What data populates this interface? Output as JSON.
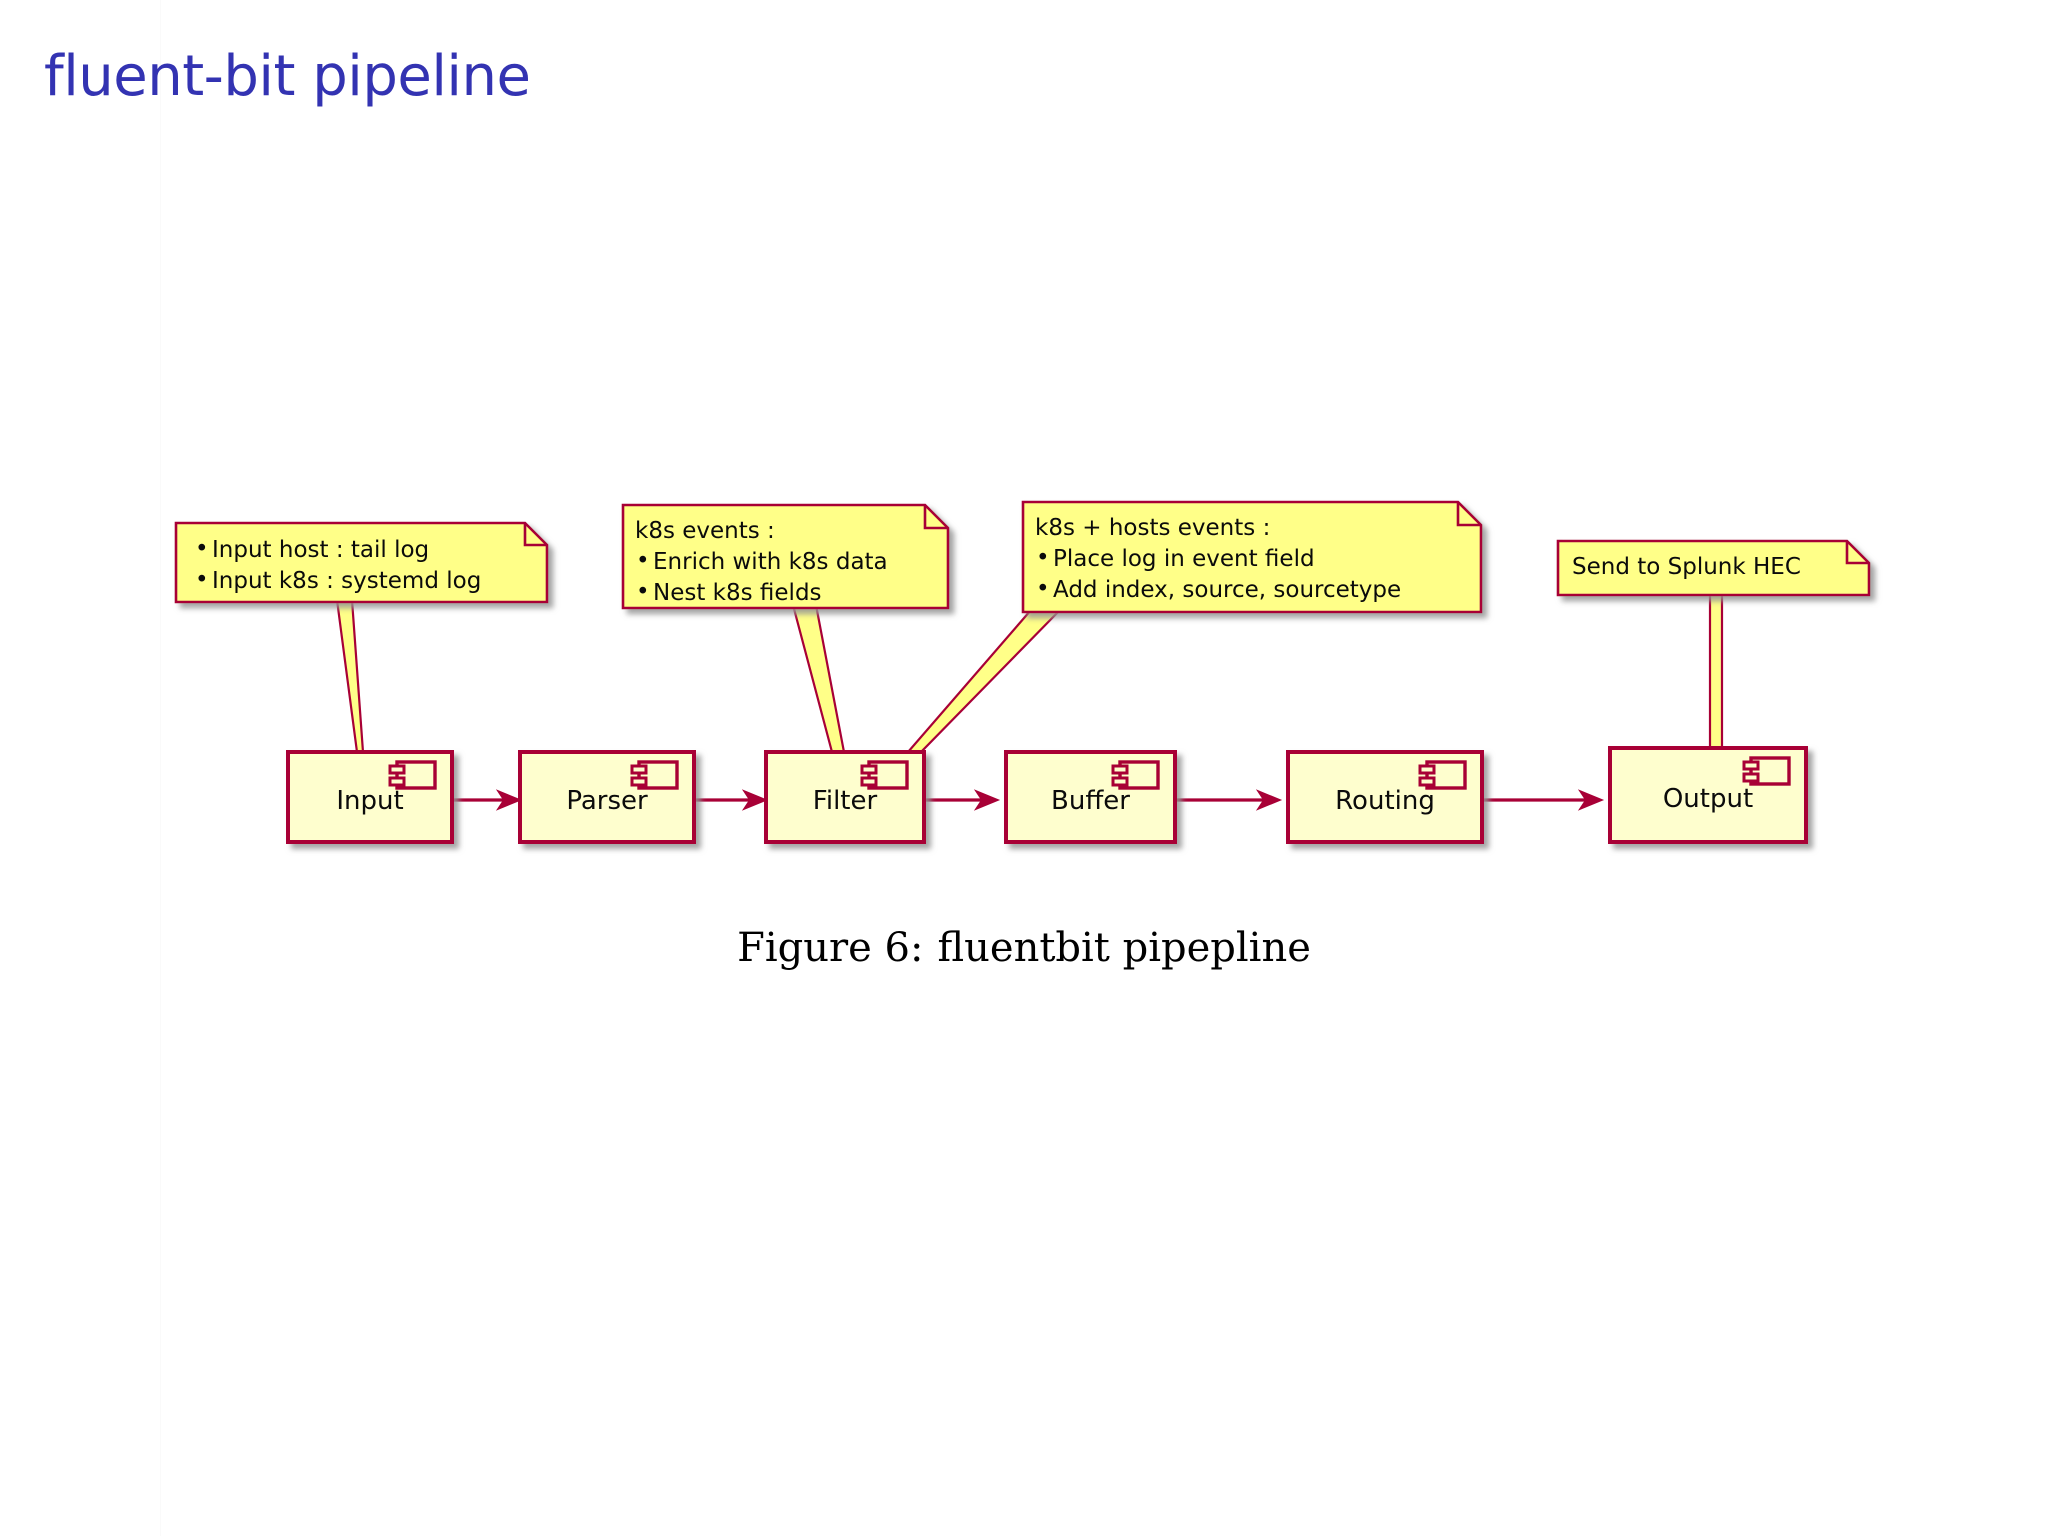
{
  "slide": {
    "title": "fluent-bit pipeline",
    "title_color": "#3333b2",
    "background": "#ffffff"
  },
  "figure": {
    "caption_prefix": "Figure 6:",
    "caption_text": "fluentbit pipepline"
  },
  "theme": {
    "note_fill": "#ffff88",
    "note_border": "#a80036",
    "component_fill": "#fefece",
    "component_border": "#a80036",
    "arrow_color": "#a80036",
    "shadow_color": "#808080",
    "text_color": "#0b0b0b"
  },
  "diagram": {
    "type": "uml-component-pipeline",
    "components": [
      {
        "id": "input",
        "label": "Input",
        "icon": "uml-component-icon"
      },
      {
        "id": "parser",
        "label": "Parser",
        "icon": "uml-component-icon"
      },
      {
        "id": "filter",
        "label": "Filter",
        "icon": "uml-component-icon"
      },
      {
        "id": "buffer",
        "label": "Buffer",
        "icon": "uml-component-icon"
      },
      {
        "id": "routing",
        "label": "Routing",
        "icon": "uml-component-icon"
      },
      {
        "id": "output",
        "label": "Output",
        "icon": "uml-component-icon"
      }
    ],
    "connections": [
      {
        "from": "input",
        "to": "parser",
        "style": "arrow"
      },
      {
        "from": "parser",
        "to": "filter",
        "style": "arrow"
      },
      {
        "from": "filter",
        "to": "buffer",
        "style": "arrow"
      },
      {
        "from": "buffer",
        "to": "routing",
        "style": "arrow"
      },
      {
        "from": "routing",
        "to": "output",
        "style": "arrow"
      }
    ],
    "notes": [
      {
        "id": "note-input",
        "attached_to": "input",
        "lines": [
          {
            "text": "Input host : tail log",
            "bullet": true
          },
          {
            "text": "Input k8s : systemd log",
            "bullet": true
          }
        ]
      },
      {
        "id": "note-filter-k8s",
        "attached_to": "filter",
        "lines": [
          {
            "text": "k8s events :",
            "bullet": false
          },
          {
            "text": "Enrich with k8s data",
            "bullet": true
          },
          {
            "text": "Nest k8s fields",
            "bullet": true
          }
        ]
      },
      {
        "id": "note-filter-hosts",
        "attached_to": "filter",
        "lines": [
          {
            "text": "k8s + hosts events :",
            "bullet": false
          },
          {
            "text": "Place log in event field",
            "bullet": true
          },
          {
            "text": "Add index, source, sourcetype",
            "bullet": true
          }
        ]
      },
      {
        "id": "note-output",
        "attached_to": "output",
        "lines": [
          {
            "text": "Send to Splunk HEC",
            "bullet": false
          }
        ]
      }
    ]
  }
}
